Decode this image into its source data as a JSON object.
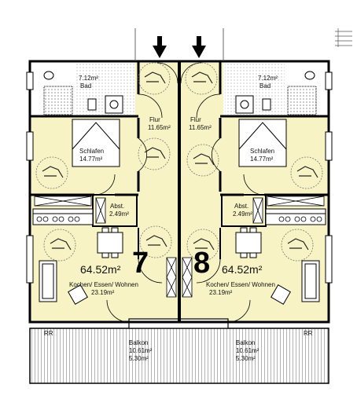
{
  "units": [
    {
      "number": "7",
      "total_area": "64.52m²",
      "rooms": {
        "bad": {
          "area": "7.12m²",
          "name": "Bad"
        },
        "flur": {
          "name": "Flur",
          "area": "11.65m²"
        },
        "schlafen": {
          "name": "Schlafen",
          "area": "14.77m²"
        },
        "abst": {
          "name": "Abst.",
          "area": "2.49m²"
        },
        "wohnen": {
          "name": "Kochen/ Essen/ Wohnen",
          "area": "23.19m²"
        },
        "balkon": {
          "name": "Balkon",
          "area1": "10.61m²",
          "area2": "5.30m²"
        }
      },
      "rr": "RR"
    },
    {
      "number": "8",
      "total_area": "64.52m²",
      "rooms": {
        "bad": {
          "area": "7.12m²",
          "name": "Bad"
        },
        "flur": {
          "name": "Flur",
          "area": "11.65m²"
        },
        "schlafen": {
          "name": "Schlafen",
          "area": "14.77m²"
        },
        "abst": {
          "name": "Abst.",
          "area": "2.49m²"
        },
        "wohnen": {
          "name": "Kochen/ Essen/ Wohnen",
          "area": "23.19m²"
        },
        "balkon": {
          "name": "Balkon",
          "area1": "10.61m²",
          "area2": "5.30m²"
        }
      },
      "rr": "RR"
    }
  ],
  "colors": {
    "floor": "#f7f3c4",
    "wall": "#000000",
    "tile": "#9a9a9a",
    "balcony_hatch": "#555555"
  },
  "icons": [
    "entry-arrow-icon",
    "wheelchair-circle-icon",
    "bed-icon",
    "sofa-icon",
    "table-icon"
  ]
}
